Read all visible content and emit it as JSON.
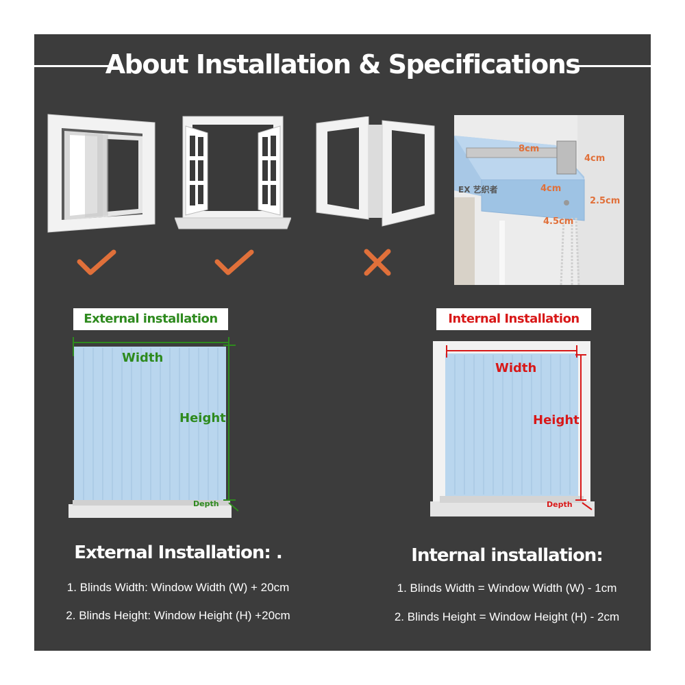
{
  "header": {
    "title": "About Installation & Specifications"
  },
  "window_types": [
    {
      "icon": "sliding-window-icon",
      "status": "check"
    },
    {
      "icon": "casement-outward-window-icon",
      "status": "check"
    },
    {
      "icon": "open-sash-window-icon",
      "status": "cross"
    }
  ],
  "specs": {
    "brand_text": "EX 艺织者",
    "bracket_width": "8cm",
    "bracket_height": "4cm",
    "rail_width": "4cm",
    "rail_height": "2.5cm",
    "rail_depth": "4.5cm"
  },
  "external": {
    "label": "External installation",
    "width_label": "Width",
    "height_label": "Height",
    "depth_label": "Depth",
    "title": "External Installation: .",
    "rules": [
      "1. Blinds Width: Window Width (W) + 20cm",
      "2. Blinds Height: Window Height (H) +20cm"
    ]
  },
  "internal": {
    "label": "Internal Installation",
    "width_label": "Width",
    "height_label": "Height",
    "depth_label": "Depth",
    "title": "Internal installation:",
    "rules": [
      "1. Blinds Width = Window Width (W) - 1cm",
      "2. Blinds Height = Window Height (H) - 2cm"
    ]
  },
  "colors": {
    "panel": "#3c3c3c",
    "check": "#e0703a",
    "external_green": "#2e8a1e",
    "internal_red": "#d81818",
    "blind_blue": "#b9d6ee"
  }
}
